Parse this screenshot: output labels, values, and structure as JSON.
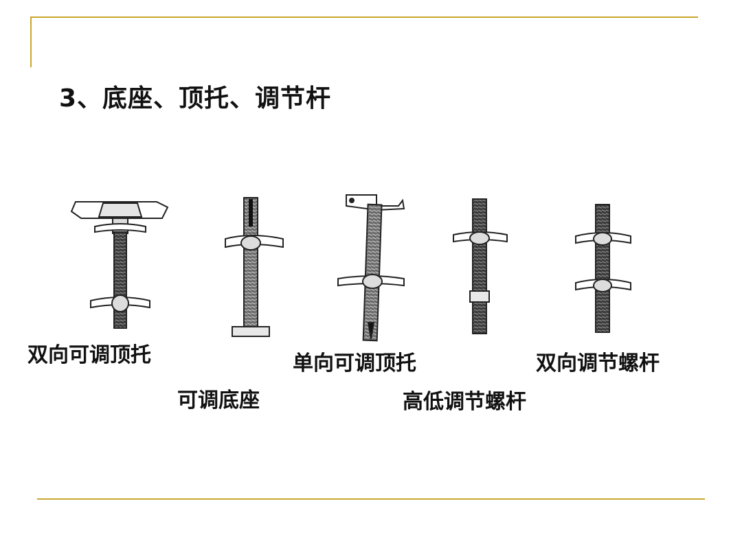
{
  "slide": {
    "title": "3、底座、顶托、调节杆"
  },
  "items": [
    {
      "label": "双向可调顶托",
      "icon": "double-adjustable-top-support-icon"
    },
    {
      "label": "可调底座",
      "icon": "adjustable-base-icon"
    },
    {
      "label": "单向可调顶托",
      "icon": "single-adjustable-top-support-icon"
    },
    {
      "label": "高低调节螺杆",
      "icon": "height-adjusting-screw-rod-icon"
    },
    {
      "label": "双向调节螺杆",
      "icon": "double-adjusting-screw-rod-icon"
    }
  ],
  "colors": {
    "frame": "#c9a52c",
    "text": "#111111"
  }
}
